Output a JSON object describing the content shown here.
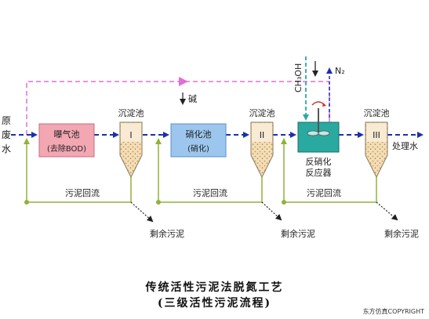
{
  "influent": {
    "chars": [
      "原",
      "废",
      "水"
    ]
  },
  "effluent": "处理水",
  "aeration_tank": {
    "line1": "曝气池",
    "line2": "(去除BOD)"
  },
  "nitrification_tank": {
    "line1": "硝化池",
    "line2": "(硝化)"
  },
  "denitrification_reactor": {
    "line1": "反硝化",
    "line2": "反应器"
  },
  "alkali": "碱",
  "methanol": "CH₃OH",
  "nitrogen": "N₂",
  "clarifiers": [
    {
      "title": "沉淀池",
      "roman": "I"
    },
    {
      "title": "沉淀池",
      "roman": "II"
    },
    {
      "title": "沉淀池",
      "roman": "III"
    }
  ],
  "sludge_return": [
    "污泥回流",
    "污泥回流",
    "污泥回流"
  ],
  "excess_sludge": [
    "剩余污泥",
    "剩余污泥",
    "剩余污泥"
  ],
  "caption": {
    "line1": "传统活性污泥法脱氮工艺",
    "line2": "(三级活性污泥流程)"
  },
  "copyright": "东方仿真COPYRIGHT",
  "colors": {
    "main_flow": "#1a2fb0",
    "bypass": "#e26ed6",
    "return_line": "#8fb33a",
    "aeration_fill": "#f2a7b3",
    "nitrification_fill": "#9cc6ee",
    "denitrification_fill": "#2aa9a0",
    "clarifier_fill": "#f5ddb5"
  }
}
